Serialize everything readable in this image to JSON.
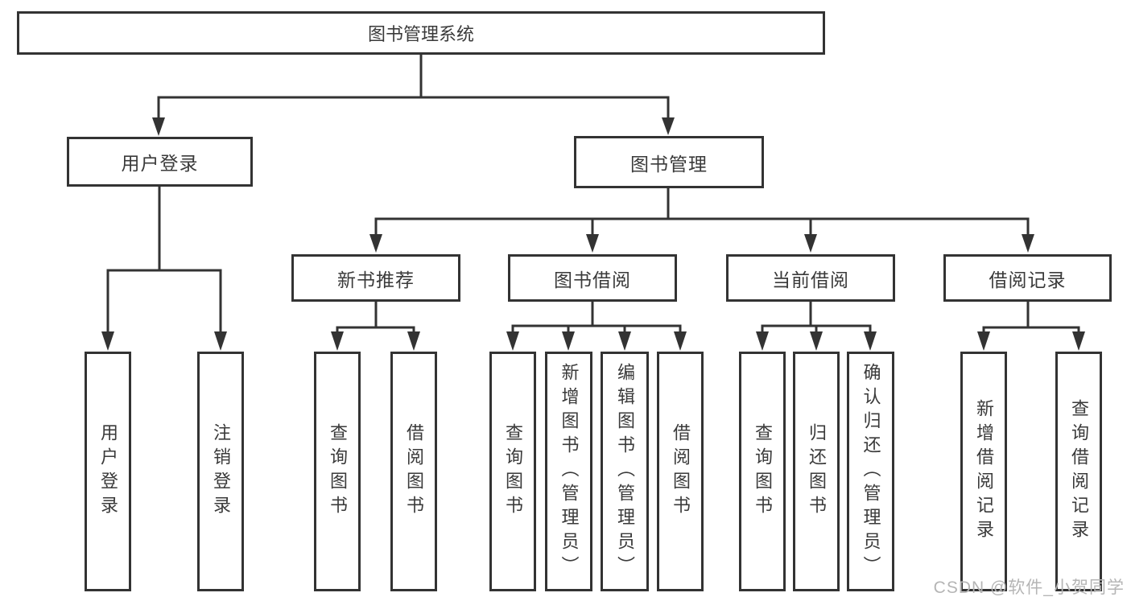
{
  "diagram": {
    "root": {
      "label": "图书管理系统",
      "children": [
        {
          "label": "用户登录",
          "children": [
            {
              "label": "用户登录"
            },
            {
              "label": "注销登录"
            }
          ]
        },
        {
          "label": "图书管理",
          "children": [
            {
              "label": "新书推荐",
              "children": [
                {
                  "label": "查询图书"
                },
                {
                  "label": "借阅图书"
                }
              ]
            },
            {
              "label": "图书借阅",
              "children": [
                {
                  "label": "查询图书"
                },
                {
                  "label": "新增图书（管理员）"
                },
                {
                  "label": "编辑图书（管理员）"
                },
                {
                  "label": "借阅图书"
                }
              ]
            },
            {
              "label": "当前借阅",
              "children": [
                {
                  "label": "查询图书"
                },
                {
                  "label": "归还图书"
                },
                {
                  "label": "确认归还（管理员）"
                }
              ]
            },
            {
              "label": "借阅记录",
              "children": [
                {
                  "label": "新增借阅记录"
                },
                {
                  "label": "查询借阅记录"
                }
              ]
            }
          ]
        }
      ]
    },
    "watermark": "CSDN @软件_小贺同学",
    "colors": {
      "line": "#333333",
      "box_border": "#333333",
      "text": "#3a3a3a",
      "watermark": "#b5b5b5",
      "background": "#ffffff"
    }
  }
}
